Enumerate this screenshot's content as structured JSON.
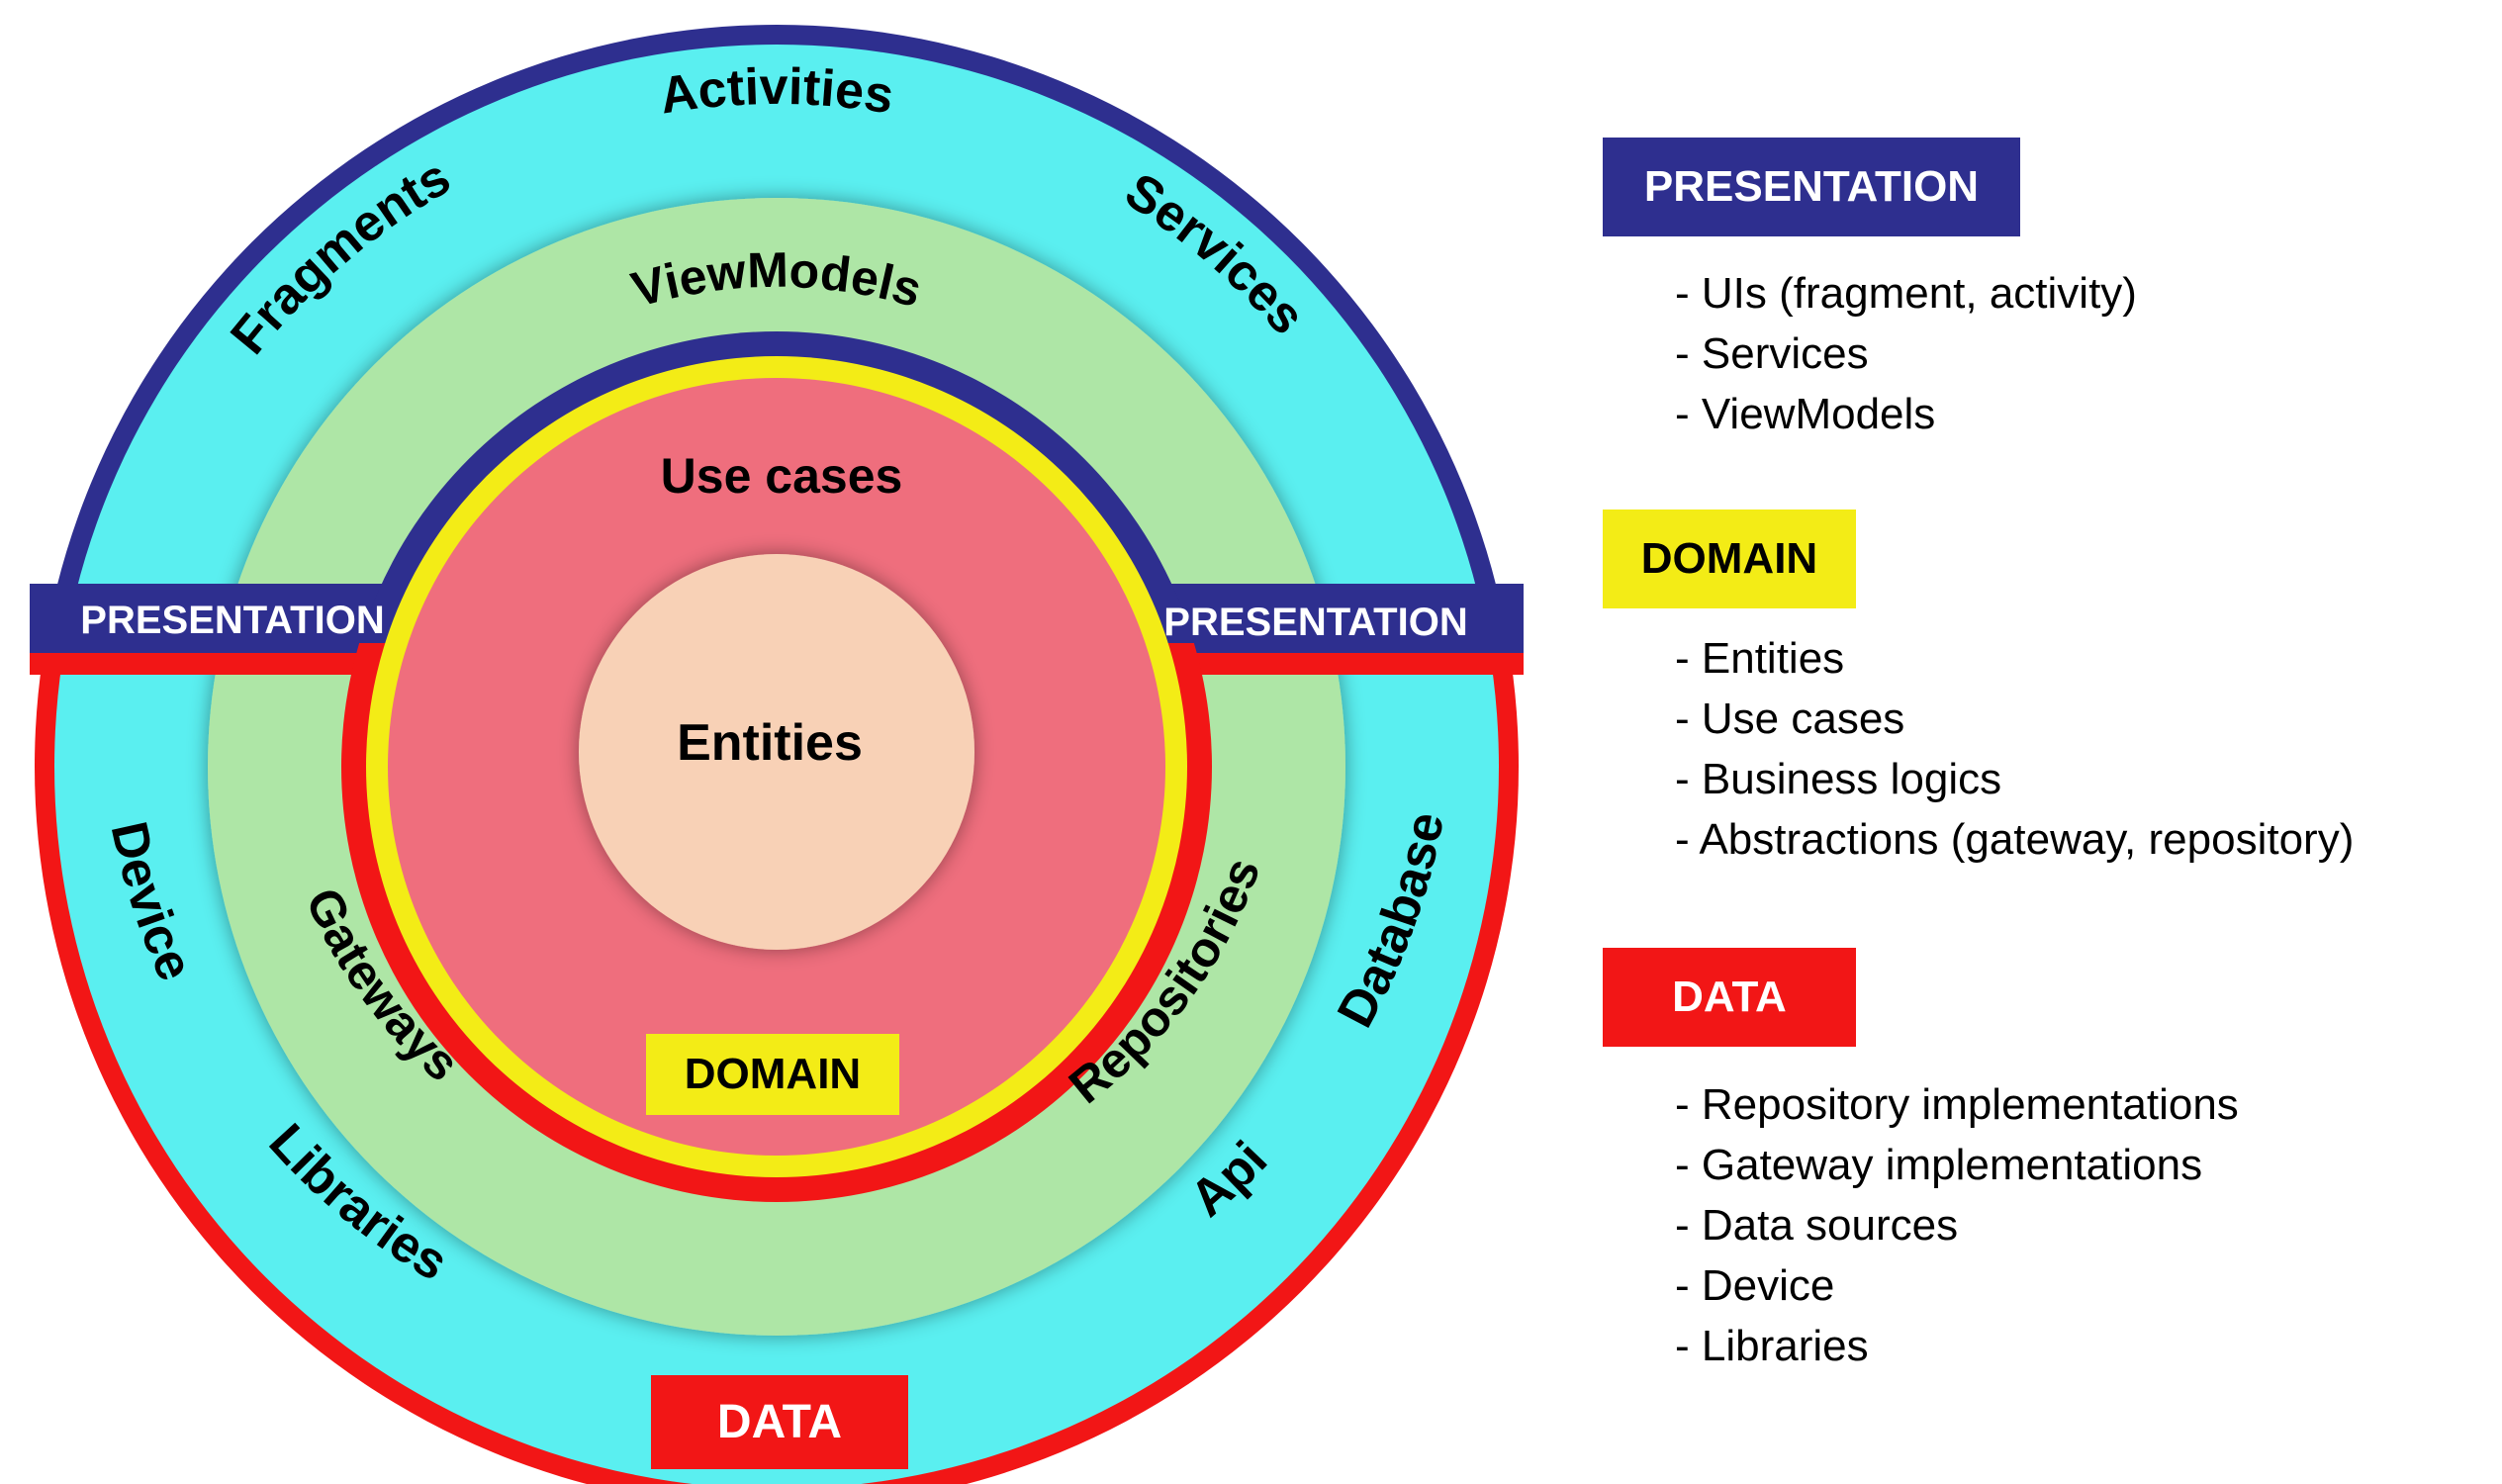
{
  "colors": {
    "presentation": "#2e2f8f",
    "domain": "#f3ec16",
    "data": "#f21616",
    "outer_ring": "#5aeff0",
    "middle_ring": "#aee6a6",
    "use_cases": "#ef6e7d",
    "entities": "#f8d1b6"
  },
  "diagram": {
    "outer": {
      "top_labels": [
        "Fragments",
        "Activities",
        "Services"
      ],
      "bottom_labels": [
        "Device",
        "Libraries",
        "Api",
        "Database"
      ]
    },
    "middle": {
      "top_label": "ViewModels",
      "left_label": "Gateways",
      "right_label": "Repositories"
    },
    "inner": {
      "label": "Use cases"
    },
    "core": {
      "label": "Entities"
    },
    "tags": {
      "presentation_left": "PRESENTATION",
      "presentation_right": "PRESENTATION",
      "domain": "DOMAIN",
      "data": "DATA"
    }
  },
  "legend": [
    {
      "tag": "PRESENTATION",
      "items": [
        "- UIs (fragment, activity)",
        "- Services",
        "- ViewModels"
      ]
    },
    {
      "tag": "DOMAIN",
      "items": [
        "- Entities",
        "- Use cases",
        "- Business logics",
        "- Abstractions (gateway, repository)"
      ]
    },
    {
      "tag": "DATA",
      "items": [
        "- Repository implementations",
        "- Gateway implementations",
        "- Data sources",
        "- Device",
        "- Libraries"
      ]
    }
  ]
}
